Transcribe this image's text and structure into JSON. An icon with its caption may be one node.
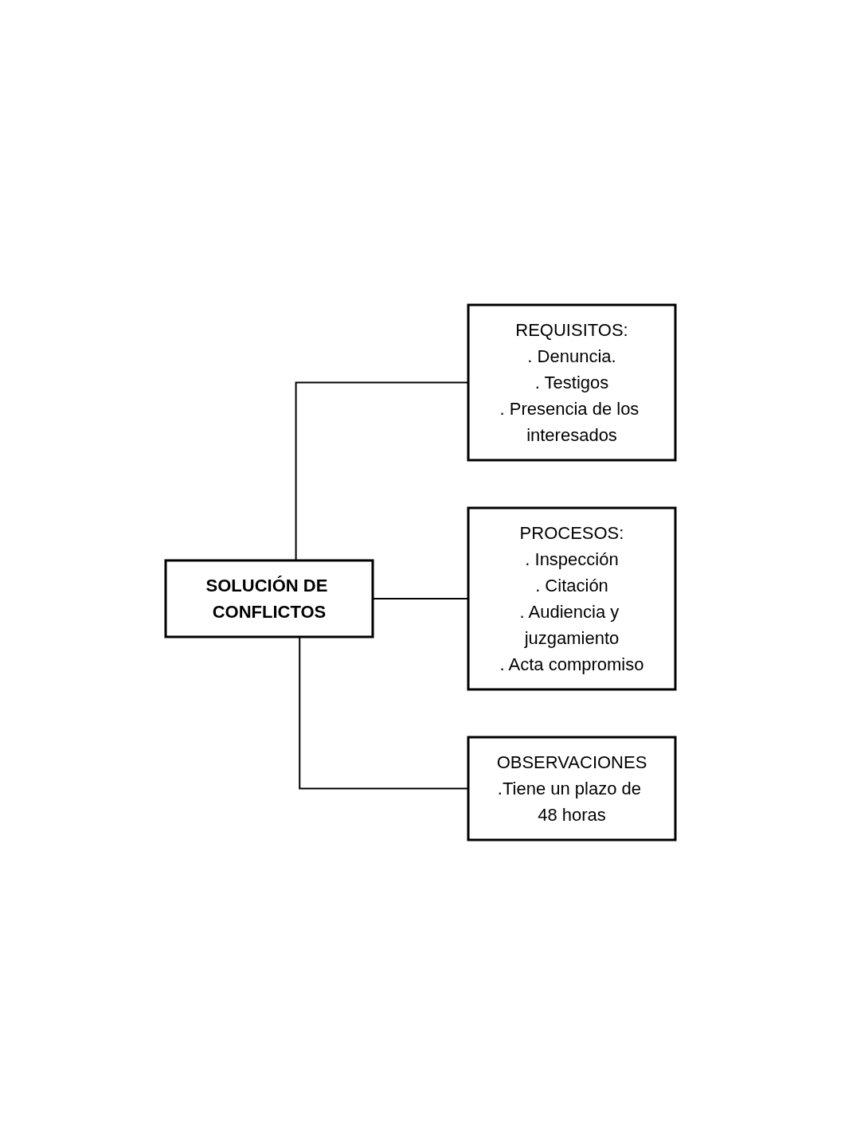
{
  "diagram": {
    "nodes": [
      {
        "text": [
          "SOLUCIÓN DE CONFLICTOS"
        ]
      },
      {
        "text": [
          "REQUISITOS:",
          ". Denuncia.",
          ". Testigos",
          ". Presencia de los interesados"
        ]
      },
      {
        "text": [
          "PROCESOS:",
          ". Inspección",
          ". Citación",
          ". Audiencia y juzgamiento",
          ". Acta compromiso"
        ]
      },
      {
        "text": [
          "OBSERVACIONES",
          ".Tiene un plazo de 48 horas"
        ]
      }
    ],
    "edges": [
      {
        "from": 0,
        "to": 1,
        "arrow": "none"
      },
      {
        "from": 0,
        "to": 2,
        "arrow": "none"
      },
      {
        "from": 0,
        "to": 3,
        "arrow": "none"
      }
    ]
  }
}
